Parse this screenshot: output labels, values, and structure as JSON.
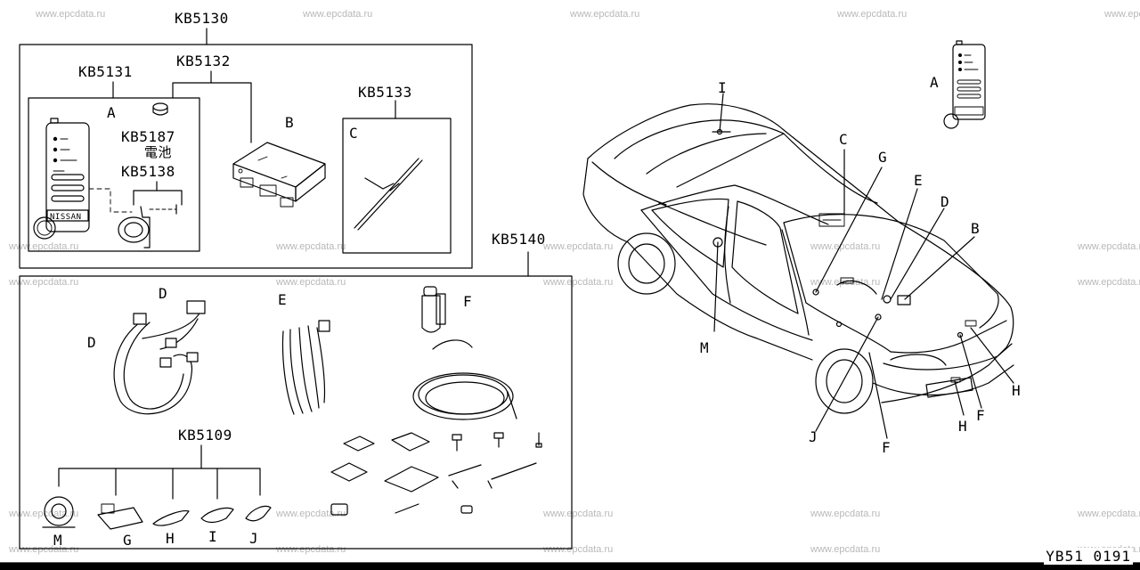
{
  "watermark": "www.epcdata.ru",
  "drawing_code": "YB51 0191",
  "kits": {
    "kb5130": "KB5130",
    "kb5131": "KB5131",
    "kb5132": "KB5132",
    "kb5133": "KB5133",
    "kb5187": "KB5187",
    "kb5187_note": "電池",
    "kb5138": "KB5138",
    "kb5140": "KB5140",
    "kb5109": "KB5109"
  },
  "transmitter_brand": "NISSAN",
  "part_letters": {
    "a": "A",
    "b": "B",
    "c": "C",
    "d": "D",
    "e": "E",
    "f": "F",
    "g": "G",
    "h": "H",
    "i": "I",
    "j": "J",
    "m": "M"
  }
}
